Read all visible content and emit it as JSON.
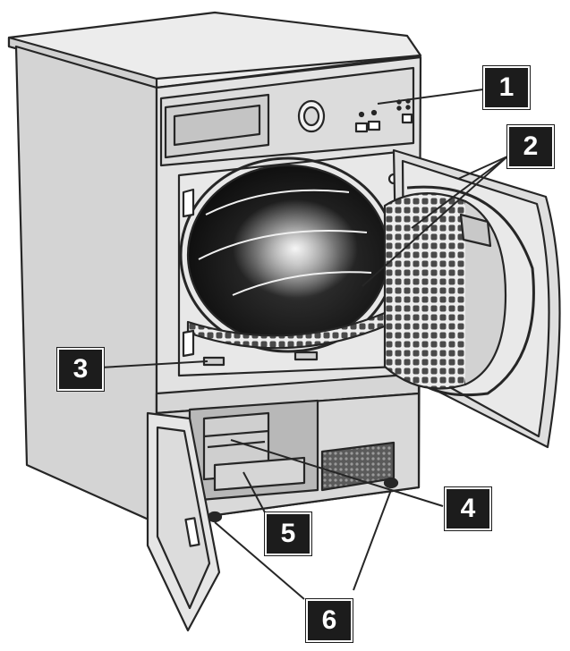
{
  "colors": {
    "outline": "#262626",
    "body_fill": "#dadada",
    "body_dark": "#bcbcbc",
    "panel_fill": "#e6e6e6",
    "drum_dark": "#141414",
    "callout_bg": "#1c1c1c",
    "callout_text": "#ffffff"
  },
  "icons": [
    "dial-icon",
    "button-icon",
    "led-icon"
  ],
  "callouts": [
    {
      "id": "1",
      "label": "1"
    },
    {
      "id": "2",
      "label": "2"
    },
    {
      "id": "3",
      "label": "3"
    },
    {
      "id": "4",
      "label": "4"
    },
    {
      "id": "5",
      "label": "5"
    },
    {
      "id": "6",
      "label": "6"
    }
  ]
}
